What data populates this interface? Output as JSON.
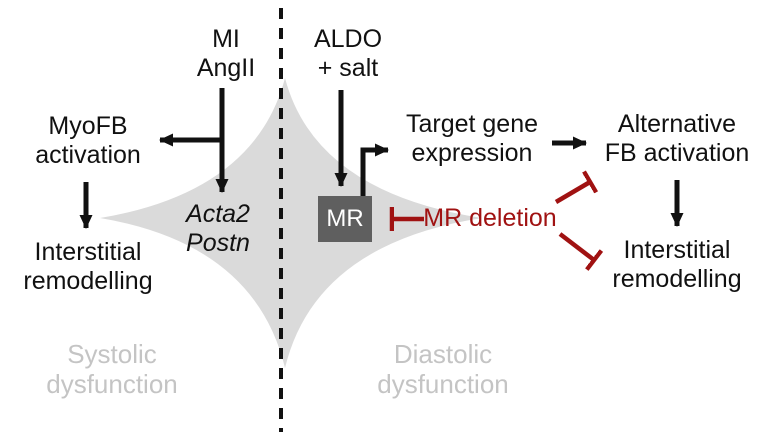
{
  "diagram": {
    "left_panel": {
      "stimulus": {
        "line1": "MI",
        "line2": "AngII"
      },
      "myofb": {
        "line1": "MyoFB",
        "line2": "activation"
      },
      "genes": {
        "line1": "Acta2",
        "line2": "Postn"
      },
      "remodelling": {
        "line1": "Interstitial",
        "line2": "remodelling"
      },
      "dysfunction": {
        "line1": "Systolic",
        "line2": "dysfunction"
      }
    },
    "right_panel": {
      "stimulus": {
        "line1": "ALDO",
        "line2": "+ salt"
      },
      "mr_label": "MR",
      "target_gene": {
        "line1": "Target gene",
        "line2": "expression"
      },
      "mr_deletion": "MR deletion",
      "alt_fb": {
        "line1": "Alternative",
        "line2": "FB activation"
      },
      "remodelling": {
        "line1": "Interstitial",
        "line2": "remodelling"
      },
      "dysfunction": {
        "line1": "Diastolic",
        "line2": "dysfunction"
      }
    },
    "colors": {
      "inhibition_red": "#A01212",
      "cell_gray": "#DADADA",
      "dysfunction_gray": "#C4C4C4",
      "mr_box_gray": "#5F5F5F",
      "arrow_black": "#111111"
    }
  }
}
